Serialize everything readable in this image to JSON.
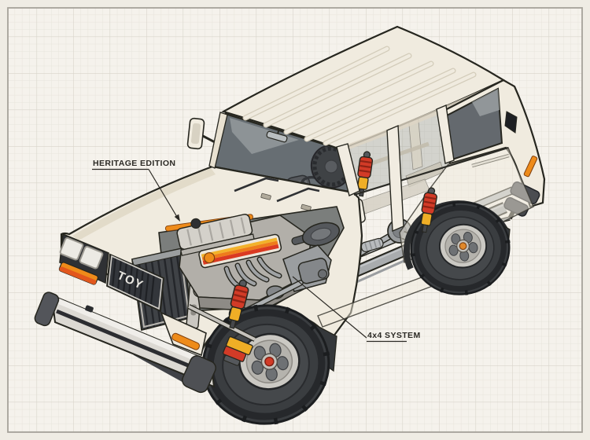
{
  "illustration": {
    "type": "technical-cutaway",
    "subject": "4x4 SUV cutaway illustration on grid paper",
    "annotations": {
      "engine": {
        "label": "HERITAGE EDITION"
      },
      "drivetrain": {
        "label": "4x4 SYSTEM"
      }
    },
    "vehicle": {
      "grille_text": "TOY"
    },
    "palette": {
      "paper": "#f0ede5",
      "grid_minor": "#e7e4db",
      "grid_major": "#d8d4ca",
      "frame_border": "#a6a29a",
      "body_cream": "#f0ebdf",
      "glass": "#676e73",
      "outline": "#26261f",
      "accent_orange": "#ee8b1a",
      "accent_red": "#d23b27",
      "accent_yellow": "#f2b22a",
      "chrome": "#dcd9d3",
      "tire": "#3a3d40",
      "chassis_gray": "#a9acae"
    }
  }
}
